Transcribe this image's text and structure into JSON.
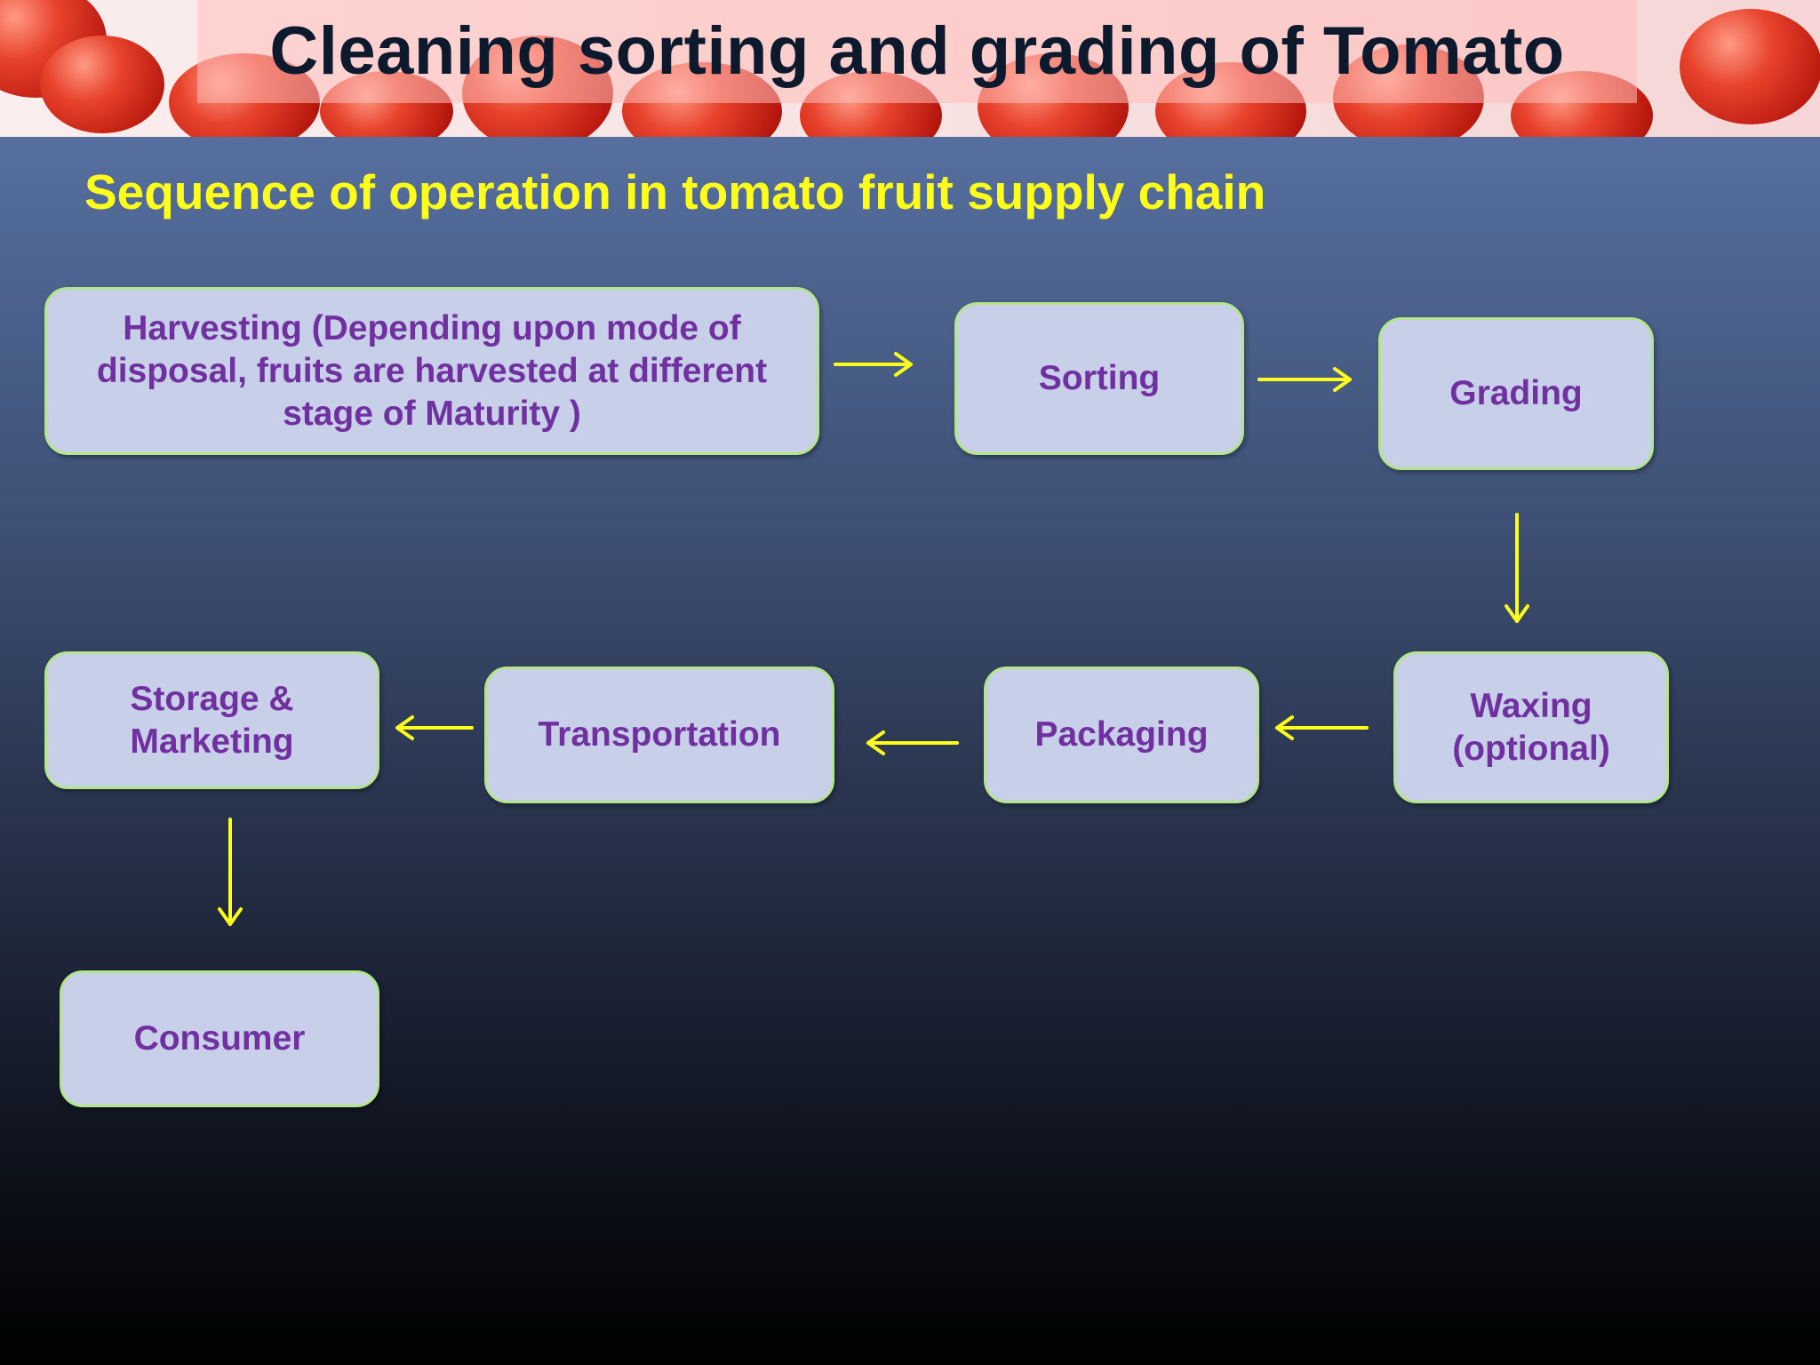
{
  "header": {
    "title": "Cleaning sorting and grading of Tomato"
  },
  "subtitle": "Sequence of operation in tomato fruit supply chain",
  "flow": {
    "steps": [
      {
        "id": "harvesting",
        "label": "Harvesting (Depending upon mode of disposal, fruits are harvested at different stage of Maturity )"
      },
      {
        "id": "sorting",
        "label": "Sorting"
      },
      {
        "id": "grading",
        "label": "Grading"
      },
      {
        "id": "waxing",
        "label": "Waxing (optional)"
      },
      {
        "id": "packaging",
        "label": "Packaging"
      },
      {
        "id": "transportation",
        "label": "Transportation"
      },
      {
        "id": "storage",
        "label": "Storage & Marketing"
      },
      {
        "id": "consumer",
        "label": "Consumer"
      }
    ],
    "arrow_color": "#ffff1a",
    "box_fill": "#c8cfe9",
    "box_border": "#b3e68a",
    "text_color": "#7030a0"
  }
}
